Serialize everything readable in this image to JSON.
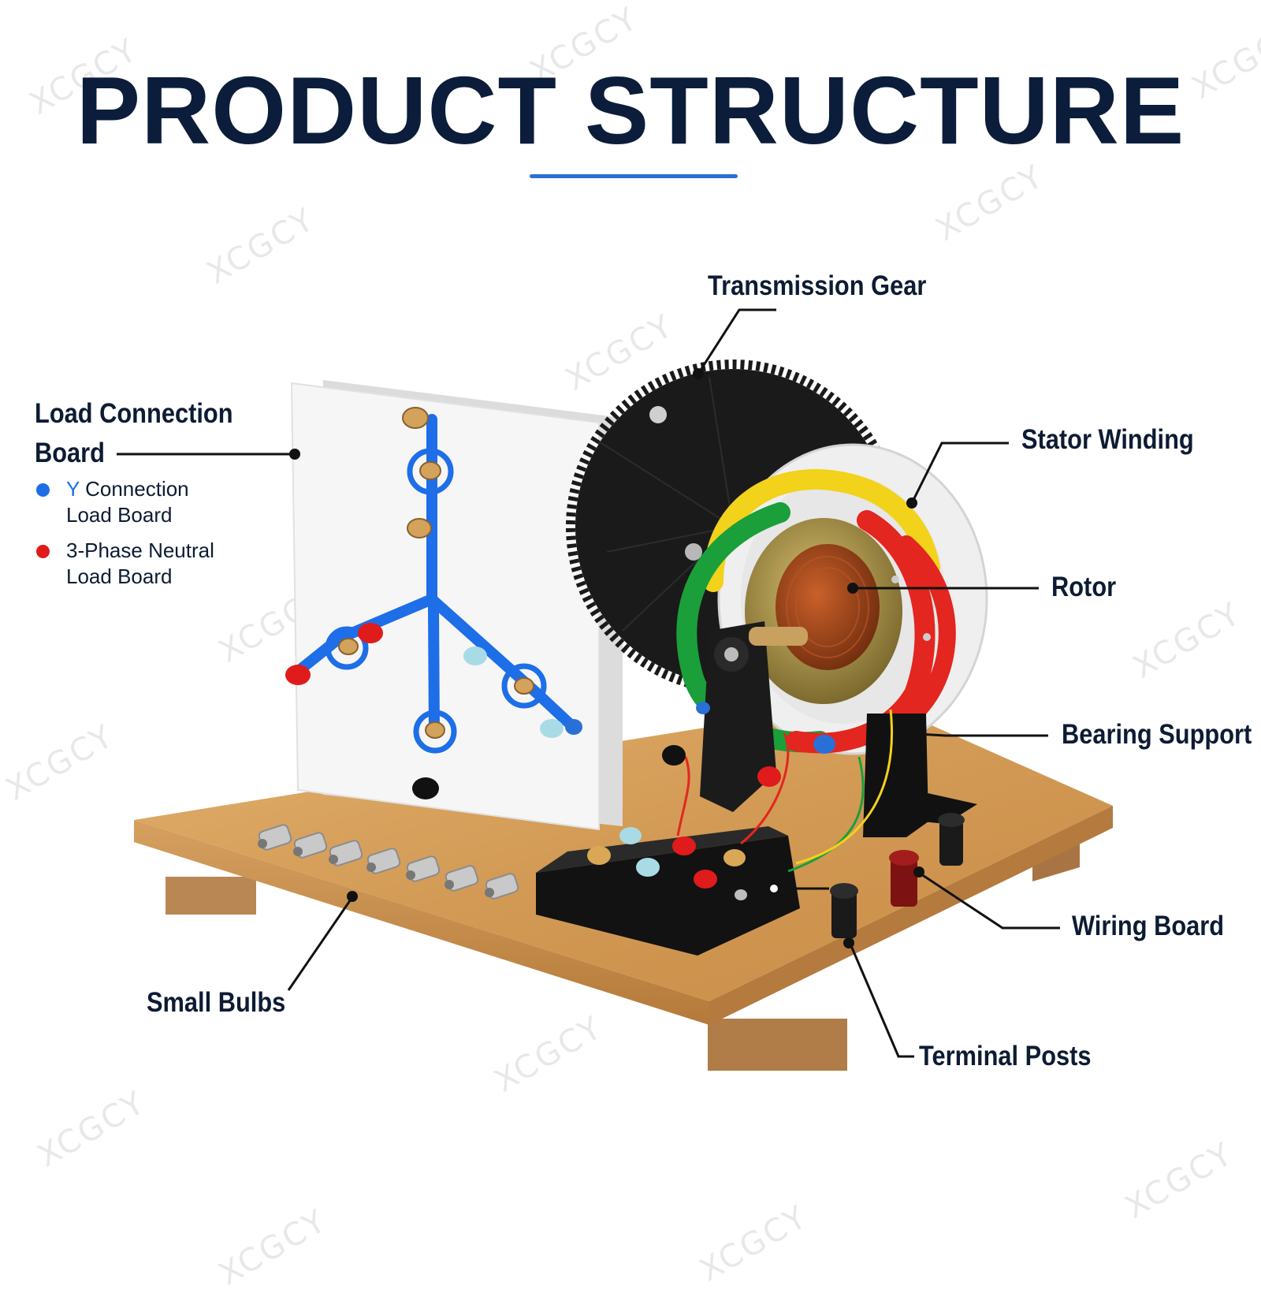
{
  "title": "PRODUCT STRUCTURE",
  "colors": {
    "title": "#0b1d3a",
    "accent_rule": "#2a6fd6",
    "callout_text": "#0d1b33",
    "leader": "#111111",
    "y_connection": "#1e6ee8",
    "three_phase": "#e01b1b",
    "wood": "#d9a35e",
    "panel": "#f3f3f3",
    "gear": "#1a1a1a",
    "stator": "#f1f1f1",
    "coil_yellow": "#f2d21b",
    "coil_green": "#1a9f3a",
    "coil_red": "#e3261f",
    "copper": "#9a3f16"
  },
  "callouts": {
    "transmission_gear": "Transmission Gear",
    "load_connection_board": "Load Connection Board",
    "stator_winding": "Stator Winding",
    "rotor": "Rotor",
    "bearing_support": "Bearing Support",
    "wiring_board": "Wiring Board",
    "small_bulbs": "Small Bulbs",
    "terminal_posts": "Terminal Posts"
  },
  "legend": {
    "y_connection_prefix": "Y",
    "y_connection_rest": " Connection",
    "y_connection_line2": "Load Board",
    "three_phase_line1": "3-Phase Neutral",
    "three_phase_line2": "Load Board"
  },
  "watermarks": [
    "XCGCY",
    "XCGCY",
    "XCGCY",
    "XCGCY",
    "XCGCY",
    "XCGCY",
    "XCGCY",
    "XCGCY",
    "XCGCY",
    "XCGCY",
    "XCGCY",
    "XCGCY",
    "XCGCY",
    "XCGCY"
  ]
}
